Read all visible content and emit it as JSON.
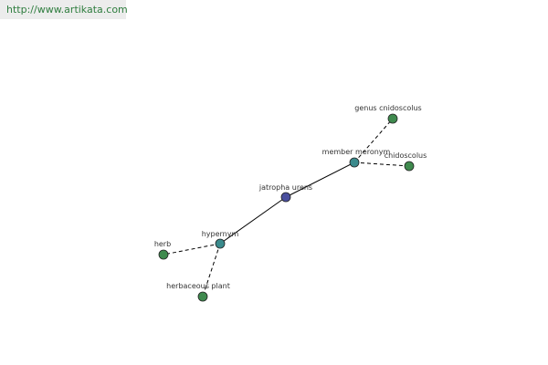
{
  "watermark": {
    "url_text": "http://www.artikata.com"
  },
  "colors": {
    "center_node": "#4a4f9e",
    "relation_node": "#3a8a8c",
    "leaf_node": "#3f8a4e",
    "edge": "#000000",
    "watermark_text": "#2e7d3e"
  },
  "graph": {
    "center": {
      "name": "jatropha-urens",
      "label": "jatropha urens"
    },
    "relations": [
      {
        "name": "hypernym",
        "label": "hypernym",
        "targets": [
          {
            "name": "herb",
            "label": "herb"
          },
          {
            "name": "herbaceous-plant",
            "label": "herbaceous plant"
          }
        ]
      },
      {
        "name": "member-meronym",
        "label": "member meronym",
        "targets": [
          {
            "name": "genus-cnidoscolus",
            "label": "genus cnidoscolus"
          },
          {
            "name": "cnidoscolus",
            "label": "cnidoscolus"
          }
        ]
      }
    ]
  }
}
